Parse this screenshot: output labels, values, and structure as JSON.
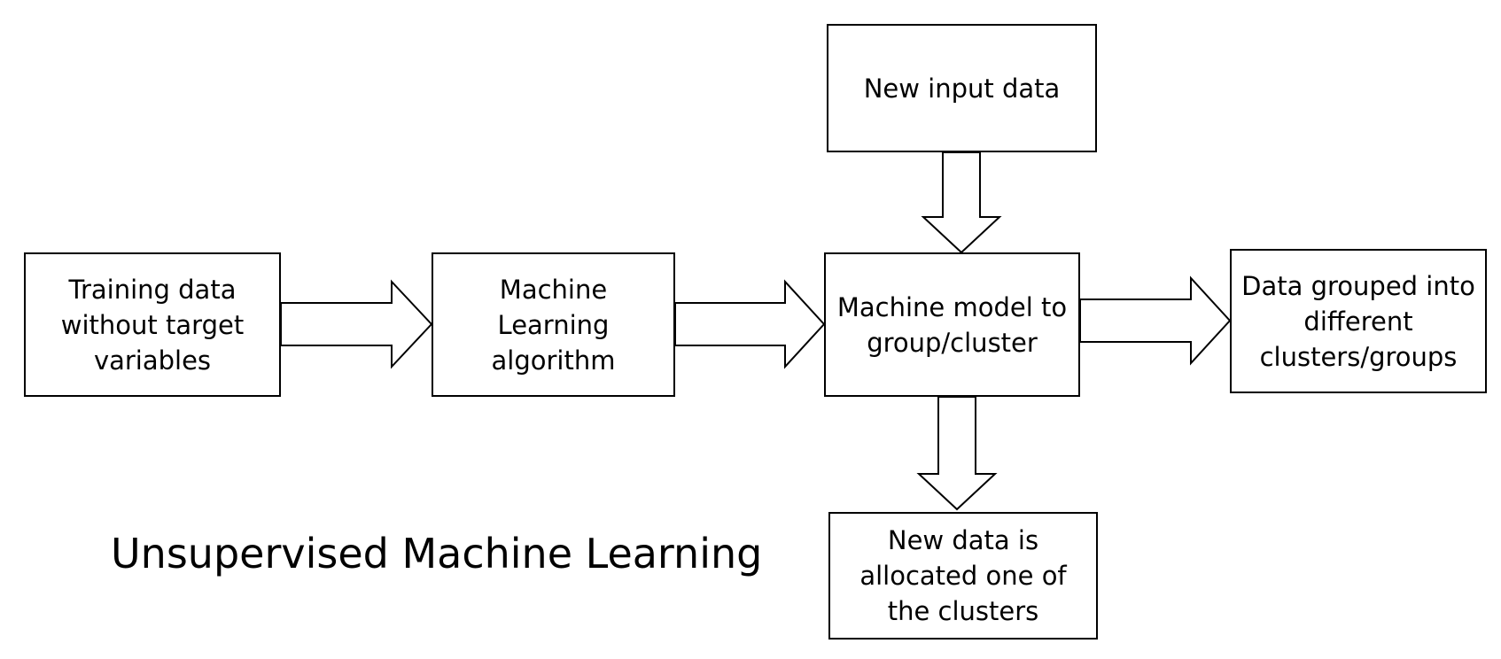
{
  "title": "Unsupervised Machine Learning",
  "boxes": {
    "training": "Training data\nwithout target\nvariables",
    "algorithm": "Machine\nLearning\nalgorithm",
    "model": "Machine model to\ngroup/cluster",
    "grouped": "Data grouped into\ndifferent\nclusters/groups",
    "new_input": "New input data",
    "allocated": "New data is\nallocated one of\nthe clusters"
  },
  "colors": {
    "stroke": "#000000",
    "fill": "#ffffff"
  }
}
